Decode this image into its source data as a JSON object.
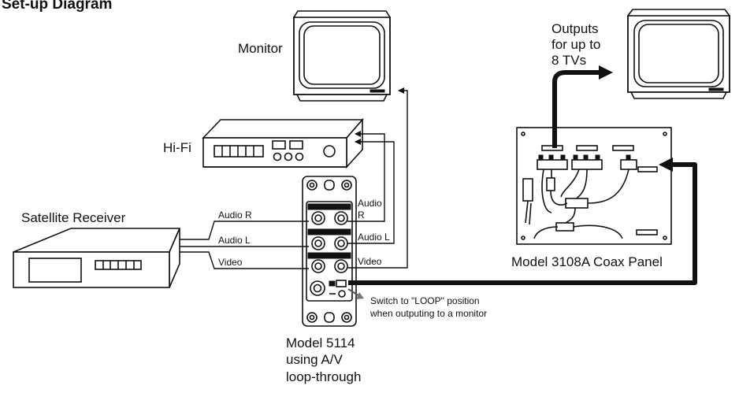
{
  "title": "Set-up Diagram",
  "devices": {
    "monitor": "Monitor",
    "hifi": "Hi-Fi",
    "satellite": "Satellite Receiver",
    "tv_outputs": [
      "Outputs",
      "for up to",
      "8 TVs"
    ],
    "coax_panel": "Model 3108A Coax Panel",
    "wallplate": [
      "Model 5114",
      "using A/V",
      "loop-through"
    ]
  },
  "cables": {
    "sat_audio_r": "Audio R",
    "sat_audio_l": "Audio L",
    "sat_video": "Video",
    "out_audio_r": [
      "Audio",
      "R"
    ],
    "out_audio_l": "Audio L",
    "out_video": "Video"
  },
  "note": [
    "Switch to \"LOOP\" position",
    "when outputing to a monitor"
  ]
}
